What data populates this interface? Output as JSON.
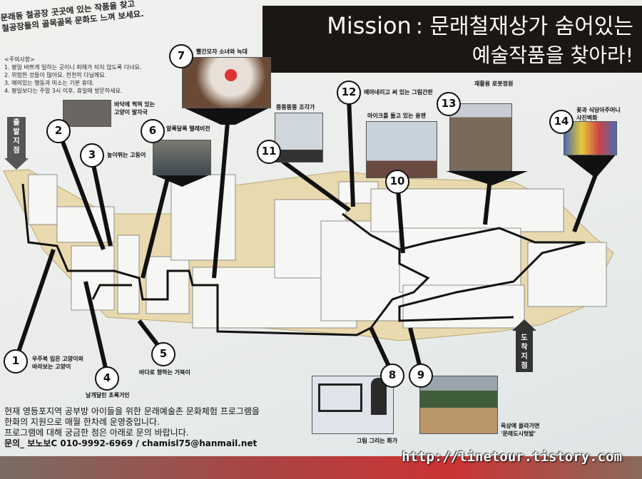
{
  "intro": [
    "문래동 철공장 곳곳에 있는 작품을 찾고",
    "철공장들의 골목골목 문화도 느껴 보세요."
  ],
  "caution": {
    "title": "<주의사항>",
    "items": [
      "1. 평일 바쁘게 일하는 곳이니 피해가 되지 않도록 다녀요.",
      "2. 위험한 것들이 많아요. 천천히 다닐께요.",
      "3. 예의있는 행동과 미소는 기본 휴대.",
      "4. 평일보다는 주말 3시 이후, 휴일에 방문하세요."
    ]
  },
  "mission": {
    "word": "Mission",
    "line1": ": 문래철재상가 숨어있는",
    "line2": "예술작품을 찾아라!"
  },
  "start": {
    "label": "출발지점"
  },
  "end": {
    "label": "도착지점"
  },
  "spots": [
    {
      "num": "1",
      "label": [
        "우주복 입은 고양이와",
        "바라보는 고양이"
      ]
    },
    {
      "num": "2",
      "label": [
        "바닥에 찍혀 있는",
        "고양이 발자국"
      ]
    },
    {
      "num": "3",
      "label": [
        "높이뛰는 고등어"
      ]
    },
    {
      "num": "4",
      "label": [
        "날개달린 초록거인"
      ]
    },
    {
      "num": "5",
      "label": [
        "바다로 향하는 거북이"
      ]
    },
    {
      "num": "6",
      "label": [
        "알록달록 텔레비전"
      ]
    },
    {
      "num": "7",
      "label": [
        "빨간모자 소녀와 늑대"
      ]
    },
    {
      "num": "8",
      "label": [
        "그림 그리는 화가"
      ]
    },
    {
      "num": "9",
      "label": [
        "옥상에 올라가면",
        "'문래도시텃밭'"
      ]
    },
    {
      "num": "10",
      "label": [
        "마이크를 들고 있는 용맨"
      ]
    },
    {
      "num": "11",
      "label": [
        "뚱뚱뚱뚱 조각가"
      ]
    },
    {
      "num": "12",
      "label": [
        "예마네리고 써 있는 그림간판"
      ]
    },
    {
      "num": "13",
      "label": [
        "재활용 로봇정원"
      ]
    },
    {
      "num": "14",
      "label": [
        "꽃과 식당아주머니",
        "사진벽화"
      ]
    }
  ],
  "info": {
    "lines": [
      "현재 영등포지역 공부방 아이들을 위한 문래예술촌 문화체험 프로그램을",
      "한화의 지원으로 매월 한차례 운영중입니다.",
      "프로그램에 대해 궁금한 점은 아래로 문의 바랍니다."
    ],
    "contact_prefix": "문의_ 보노보C",
    "contact": "010-9992-6969 / chamisl75@hanmail.net"
  },
  "watermark": "http://linetour.tistory.com",
  "colors": {
    "map": "#e9d9ae",
    "route": "#111111",
    "banner": "#1a1714"
  }
}
